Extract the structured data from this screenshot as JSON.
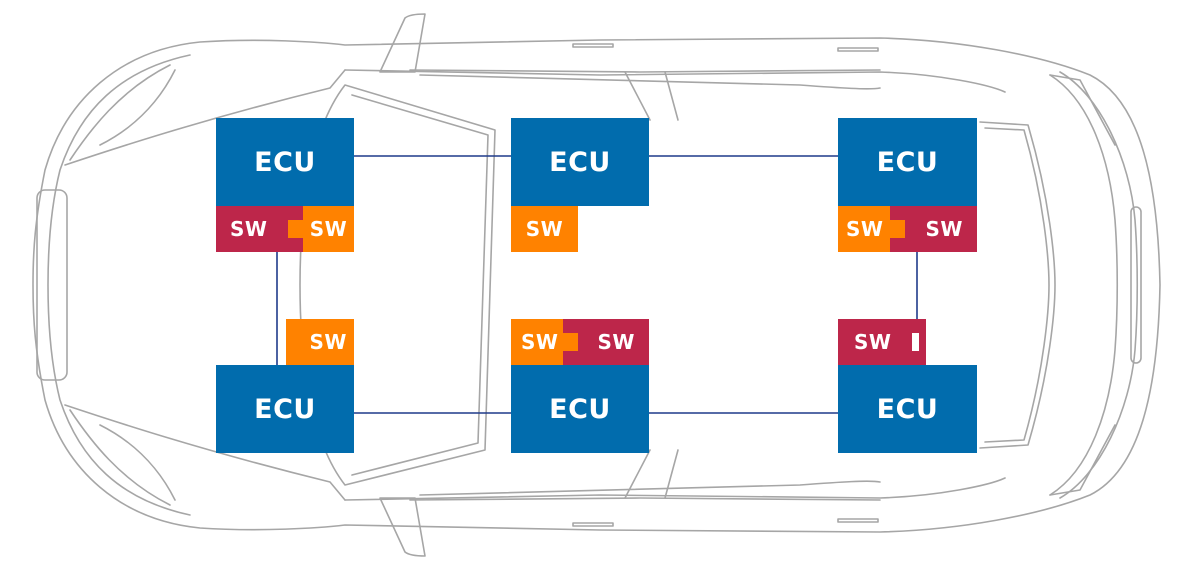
{
  "diagram": {
    "title": "",
    "description": "Top view of a car with six ECUs, each hosting software (SW) components, connected by a network",
    "colors": {
      "ecu": "#016CAD",
      "sw_orange": "#FF8200",
      "sw_crimson": "#BD264A",
      "link": "#1F3A8A",
      "car_outline": "#A0A0A0",
      "background": "#FFFFFF"
    },
    "ecus": [
      {
        "id": "front-left",
        "label": "ECU",
        "sw": [
          {
            "label": "SW",
            "color": "crimson"
          },
          {
            "label": "SW",
            "color": "orange"
          }
        ]
      },
      {
        "id": "center-left",
        "label": "ECU",
        "sw": [
          {
            "label": "SW",
            "color": "orange"
          }
        ]
      },
      {
        "id": "rear-left",
        "label": "ECU",
        "sw": [
          {
            "label": "SW",
            "color": "orange"
          },
          {
            "label": "SW",
            "color": "crimson"
          }
        ]
      },
      {
        "id": "front-right",
        "label": "ECU",
        "sw": [
          {
            "label": "SW",
            "color": "orange"
          }
        ]
      },
      {
        "id": "center-right",
        "label": "ECU",
        "sw": [
          {
            "label": "SW",
            "color": "orange"
          },
          {
            "label": "SW",
            "color": "crimson"
          }
        ]
      },
      {
        "id": "rear-right",
        "label": "ECU",
        "sw": [
          {
            "label": "SW",
            "color": "crimson"
          }
        ]
      }
    ],
    "links": [
      {
        "from": "front-left",
        "to": "center-left"
      },
      {
        "from": "center-left",
        "to": "rear-left"
      },
      {
        "from": "front-right",
        "to": "center-right"
      },
      {
        "from": "center-right",
        "to": "rear-right"
      },
      {
        "from": "front-left",
        "to": "front-right"
      },
      {
        "from": "rear-left",
        "to": "rear-right"
      }
    ]
  }
}
